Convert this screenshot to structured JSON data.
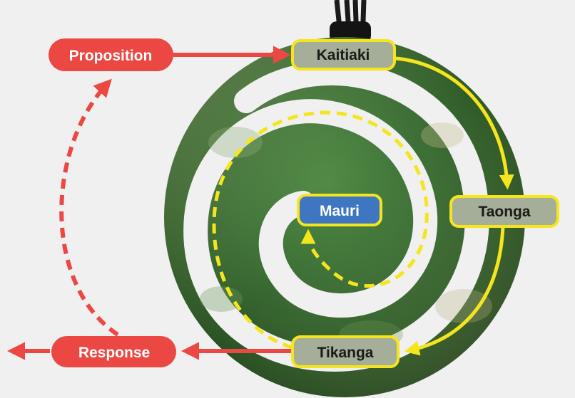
{
  "diagram": {
    "nodes": {
      "proposition": {
        "label": "Proposition",
        "fill": "#ec4843",
        "text_color": "#ffffff"
      },
      "response": {
        "label": "Response",
        "fill": "#ec4843",
        "text_color": "#ffffff"
      },
      "kaitiaki": {
        "label": "Kaitiaki",
        "fill": "#a5ae98",
        "border": "#f5e51e",
        "text_color": "#1a1a1a"
      },
      "taonga": {
        "label": "Taonga",
        "fill": "#a5ae98",
        "border": "#f5e51e",
        "text_color": "#1a1a1a"
      },
      "tikanga": {
        "label": "Tikanga",
        "fill": "#a5ae98",
        "border": "#f5e51e",
        "text_color": "#1a1a1a"
      },
      "mauri": {
        "label": "Mauri",
        "fill": "#3f76c2",
        "border": "#f5e51e",
        "text_color": "#ffffff"
      }
    },
    "edges": [
      {
        "from": "proposition",
        "to": "kaitiaki",
        "style": "solid",
        "color": "#ec4843"
      },
      {
        "from": "kaitiaki",
        "to": "taonga",
        "style": "solid",
        "color": "#f5e51e"
      },
      {
        "from": "taonga",
        "to": "tikanga",
        "style": "solid",
        "color": "#f5e51e"
      },
      {
        "from": "tikanga",
        "to": "mauri",
        "style": "dashed",
        "color": "#f5e51e"
      },
      {
        "from": "tikanga",
        "to": "response",
        "style": "solid",
        "color": "#ec4843"
      },
      {
        "from": "response",
        "to": "exit",
        "style": "solid",
        "color": "#ec4843"
      },
      {
        "from": "response",
        "to": "proposition",
        "style": "dashed",
        "color": "#ec4843"
      }
    ],
    "background_image": "pounamu-koru-pendant"
  }
}
